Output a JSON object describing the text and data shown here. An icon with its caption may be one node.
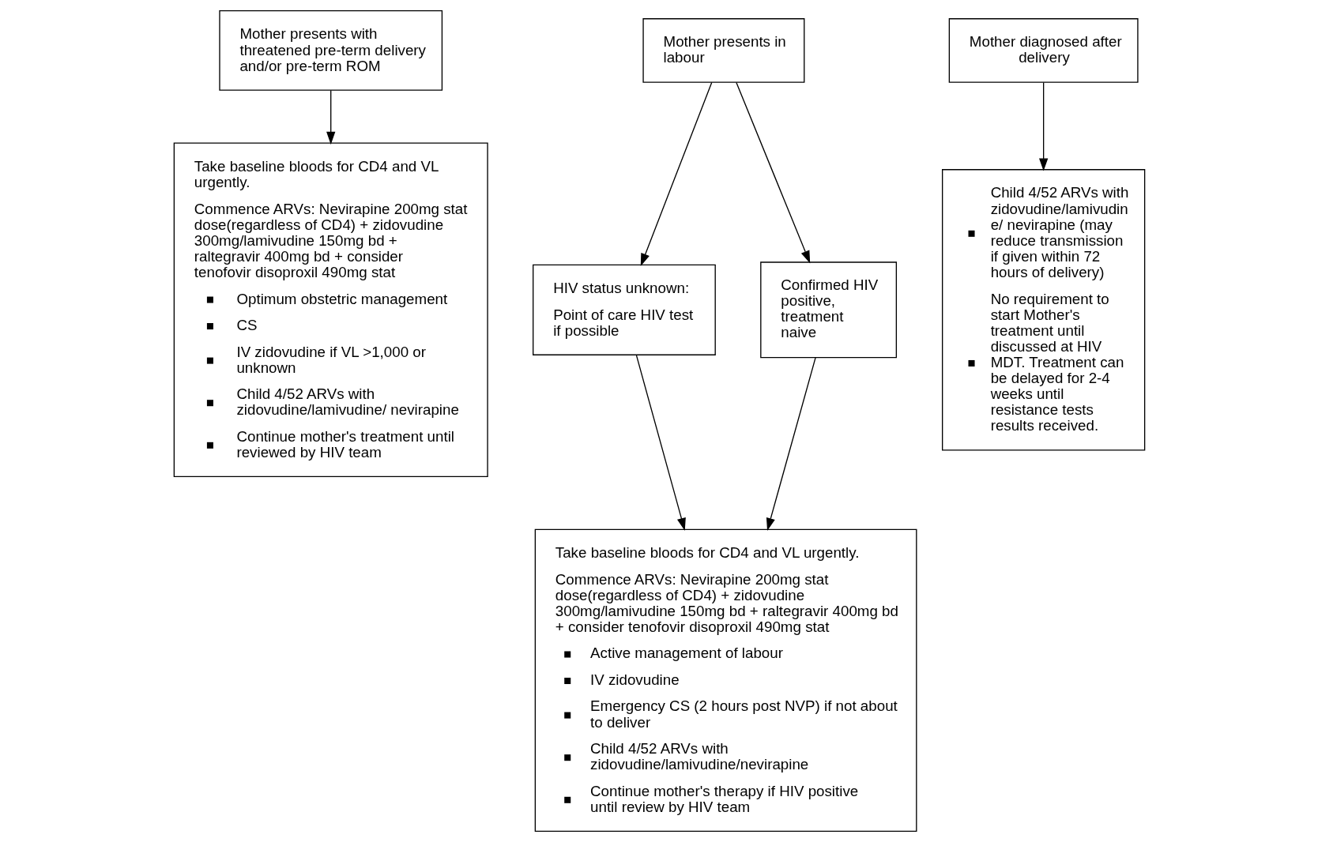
{
  "diagram": {
    "nodes": [
      {
        "text": [
          "Mother presents with threatened pre-term delivery and/or pre-term ROM"
        ]
      },
      {
        "text": [
          "Take baseline bloods for CD4 and VL urgently.",
          "Commence ARVs: Nevirapine 200mg stat dose(regardless of CD4) + zidovudine 300mg/lamivudine 150mg bd + raltegravir 400mg bd + consider tenofovir disoproxil 490mg stat",
          "Optimum obstetric management",
          "CS",
          "IV zidovudine if VL >1,000 or unknown",
          "Child 4/52 ARVs with zidovudine/lamivudine/ nevirapine",
          "Continue mother's treatment until reviewed by HIV team"
        ]
      },
      {
        "text": [
          "Mother presents in labour"
        ]
      },
      {
        "text": [
          "HIV status unknown:",
          "Point of care HIV test if possible"
        ]
      },
      {
        "text": [
          "Confirmed HIV positive, treatment naive"
        ]
      },
      {
        "text": [
          "Take baseline bloods for CD4 and VL urgently.",
          "Commence ARVs: Nevirapine 200mg stat dose(regardless of CD4) + zidovudine 300mg/lamivudine 150mg bd + raltegravir 400mg bd + consider tenofovir disoproxil 490mg stat",
          "Active management of labour",
          "IV zidovudine",
          "Emergency CS (2 hours post NVP) if not about to deliver",
          "Child 4/52 ARVs with zidovudine/lamivudine/nevirapine",
          "Continue mother's therapy if HIV positive until review by HIV team"
        ]
      },
      {
        "text": [
          "Mother diagnosed after delivery"
        ]
      },
      {
        "text": [
          "Child 4/52 ARVs with zidovudine/lamivudine/ nevirapine (may reduce transmission if given within 72 hours of delivery)",
          "No requirement to start Mother's treatment until discussed at HIV MDT. Treatment can be delayed for 2-4 weeks until resistance tests results received."
        ]
      }
    ],
    "edges": [
      {
        "from": 0,
        "to": 1,
        "arrow": "to"
      },
      {
        "from": 2,
        "to": 3,
        "arrow": "to"
      },
      {
        "from": 2,
        "to": 4,
        "arrow": "to"
      },
      {
        "from": 3,
        "to": 5,
        "arrow": "to"
      },
      {
        "from": 4,
        "to": 5,
        "arrow": "to"
      },
      {
        "from": 6,
        "to": 7,
        "arrow": "to"
      }
    ]
  }
}
